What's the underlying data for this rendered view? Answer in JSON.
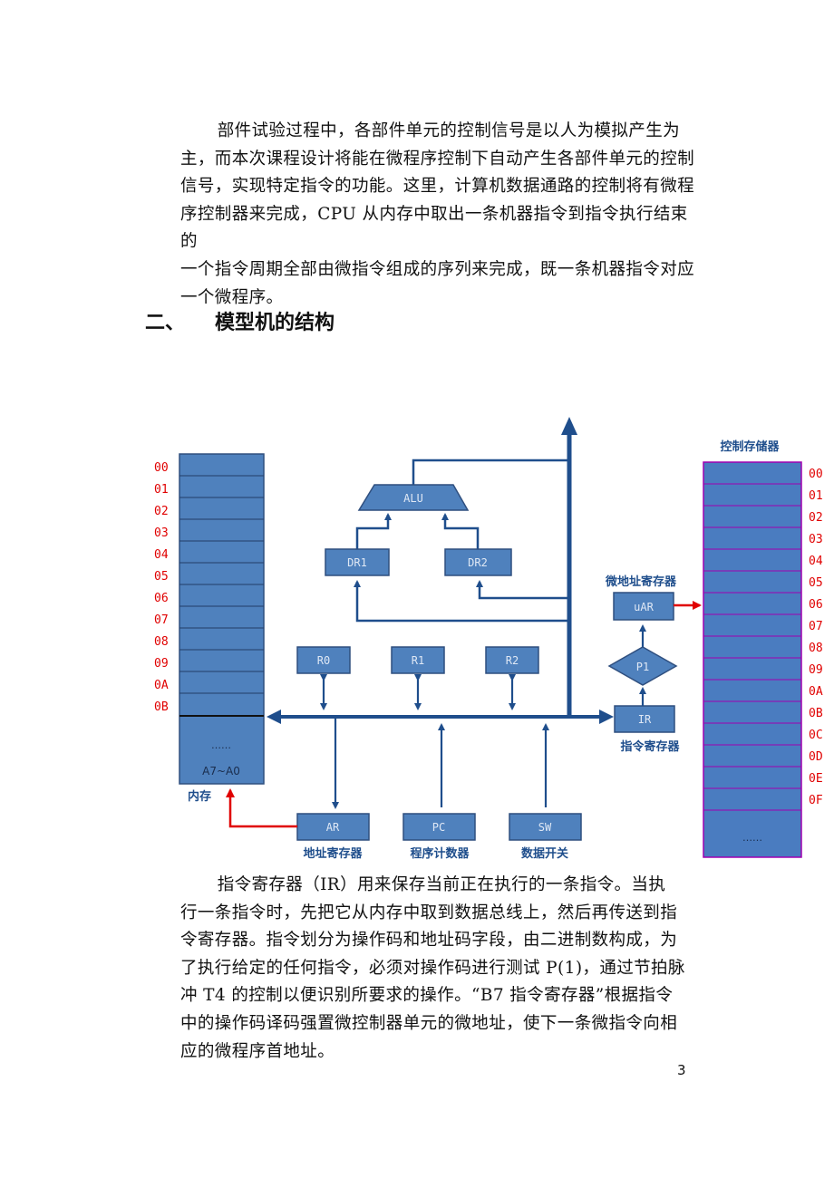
{
  "intro_paragraph": {
    "lines": [
      "部件试验过程中，各部件单元的控制信号是以人为模拟产生为",
      "主，而本次课程设计将能在微程序控制下自动产生各部件单元的控制",
      "信号，实现特定指令的功能。这里，计算机数据通路的控制将有微程",
      "序控制器来完成，CPU 从内存中取出一条机器指令到指令执行结束的",
      "一个指令周期全部由微指令组成的序列来完成，既一条机器指令对应",
      "一个微程序。"
    ]
  },
  "section": {
    "number": "二、",
    "title": "模型机的结构"
  },
  "diagram": {
    "memory": {
      "addresses": [
        "00",
        "01",
        "02",
        "03",
        "04",
        "05",
        "06",
        "07",
        "08",
        "09",
        "0A",
        "0B"
      ],
      "ellipsis": "……",
      "range_label": "A7~A0",
      "label": "内存"
    },
    "alu": "ALU",
    "dr1": "DR1",
    "dr2": "DR2",
    "r0": "R0",
    "r1": "R1",
    "r2": "R2",
    "ar": {
      "name": "AR",
      "label": "地址寄存器"
    },
    "pc": {
      "name": "PC",
      "label": "程序计数器"
    },
    "sw": {
      "name": "SW",
      "label": "数据开关"
    },
    "ir": {
      "name": "IR",
      "label": "指令寄存器"
    },
    "p1": "P1",
    "uar": {
      "name": "uAR",
      "label": "微地址寄存器"
    },
    "control_store": {
      "title": "控制存储器",
      "addresses": [
        "00",
        "01",
        "02",
        "03",
        "04",
        "05",
        "06",
        "07",
        "08",
        "09",
        "0A",
        "0B",
        "0C",
        "0D",
        "0E",
        "0F"
      ],
      "ellipsis": "……"
    },
    "colors": {
      "block_fill": "#4f81bd",
      "block_stroke": "#2f4f7f",
      "bus": "#1f4e8c",
      "red": "#e00000",
      "store_fill": "#4a7cc0",
      "store_stroke": "#a000b0",
      "label_blue": "#1f4e8c"
    }
  },
  "ir_paragraph": {
    "lines": [
      "指令寄存器（IR）用来保存当前正在执行的一条指令。当执",
      "行一条指令时，先把它从内存中取到数据总线上，然后再传送到指",
      "令寄存器。指令划分为操作码和地址码字段，由二进制数构成，为",
      "了执行给定的任何指令，必须对操作码进行测试 P(1)，通过节拍脉",
      "冲 T4 的控制以便识别所要求的操作。“B7 指令寄存器”根据指令",
      "中的操作码译码强置微控制器单元的微地址，使下一条微指令向相",
      "应的微程序首地址。"
    ]
  },
  "page_number": "3"
}
